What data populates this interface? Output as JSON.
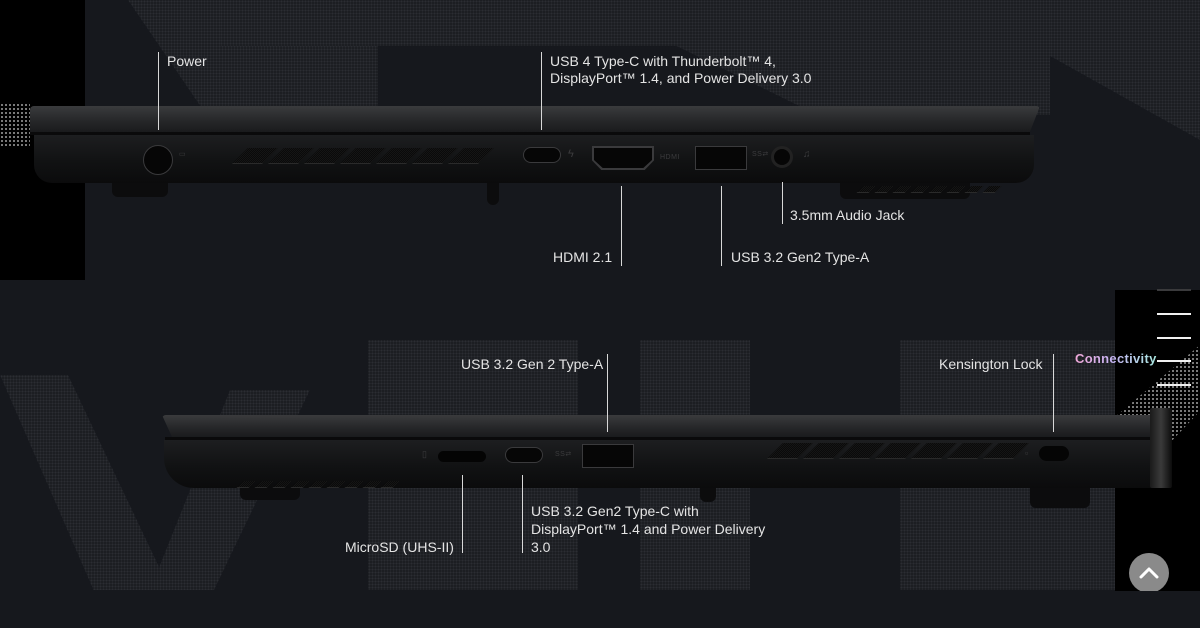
{
  "section": {
    "nav": {
      "active_label": "Connectivity",
      "items_count": 5
    },
    "scroll_top_icon": "chevron-up-icon"
  },
  "top_view": {
    "callouts": [
      {
        "id": "power",
        "label": "Power"
      },
      {
        "id": "usb4",
        "lines": [
          "USB 4 Type-C with Thunderbolt™ 4,",
          "DisplayPort™ 1.4, and Power Delivery 3.0"
        ]
      },
      {
        "id": "hdmi",
        "label": "HDMI 2.1"
      },
      {
        "id": "usb-a",
        "label": "USB 3.2 Gen2 Type-A"
      },
      {
        "id": "audio",
        "label": "3.5mm Audio Jack"
      }
    ],
    "port_glyphs": {
      "hdmi": "HDMI",
      "usb": "SS⇄"
    }
  },
  "bottom_view": {
    "callouts": [
      {
        "id": "usb-a",
        "label": "USB 3.2 Gen 2 Type-A"
      },
      {
        "id": "kensington",
        "label": "Kensington Lock"
      },
      {
        "id": "microsd",
        "label": "MicroSD (UHS-II)"
      },
      {
        "id": "usb-c",
        "lines": [
          "USB 3.2 Gen2 Type-C with",
          "DisplayPort™ 1.4 and Power Delivery",
          "3.0"
        ]
      }
    ]
  },
  "colors": {
    "background": "#16181d",
    "text": "#e4e4e4",
    "leader_line": "#d8d8d8",
    "scroll_button": "#8a8a8a",
    "active_gradient": [
      "#f0a8d8",
      "#c6b3f2",
      "#a8e8e0"
    ]
  }
}
